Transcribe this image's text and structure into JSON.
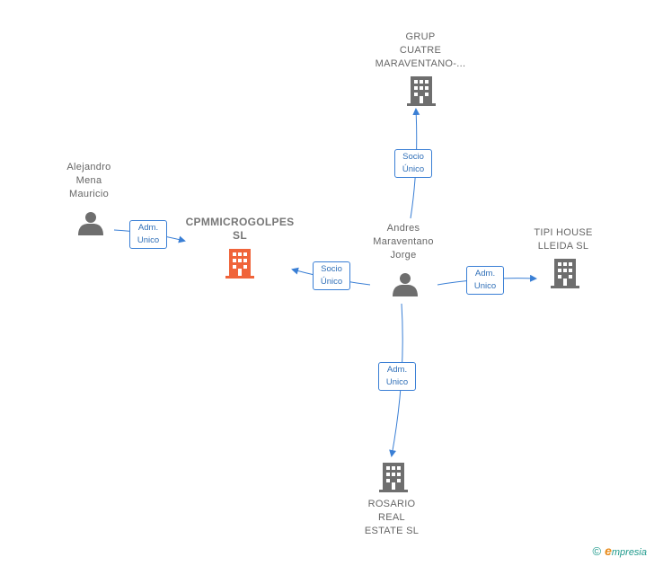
{
  "nodes": {
    "grup": {
      "lines": [
        "GRUP",
        "CUATRE",
        "MARAVENTANO-..."
      ],
      "type": "company"
    },
    "alejandro": {
      "lines": [
        "Alejandro",
        "Mena",
        "Mauricio"
      ],
      "type": "person"
    },
    "cpm": {
      "lines": [
        "CPMMICROGOLPES",
        "SL"
      ],
      "type": "company-main"
    },
    "andres": {
      "lines": [
        "Andres",
        "Maraventano",
        "Jorge"
      ],
      "type": "person"
    },
    "tipi": {
      "lines": [
        "TIPI HOUSE",
        "LLEIDA  SL"
      ],
      "type": "company"
    },
    "rosario": {
      "lines": [
        "ROSARIO",
        "REAL",
        "ESTATE  SL"
      ],
      "type": "company"
    }
  },
  "edges": {
    "andres_grup": {
      "lines": [
        "Socio",
        "Único"
      ]
    },
    "alejandro_cpm": {
      "lines": [
        "Adm.",
        "Unico"
      ]
    },
    "andres_cpm": {
      "lines": [
        "Socio",
        "Único"
      ]
    },
    "andres_tipi": {
      "lines": [
        "Adm.",
        "Unico"
      ]
    },
    "andres_rosario": {
      "lines": [
        "Adm.",
        "Unico"
      ]
    }
  },
  "colors": {
    "edge": "#3a7fd5",
    "company": "#6e6e6e",
    "main_company": "#f0643a",
    "person": "#6e6e6e"
  },
  "brand": {
    "copyright": "©",
    "initial": "e",
    "name": "mpresia"
  }
}
